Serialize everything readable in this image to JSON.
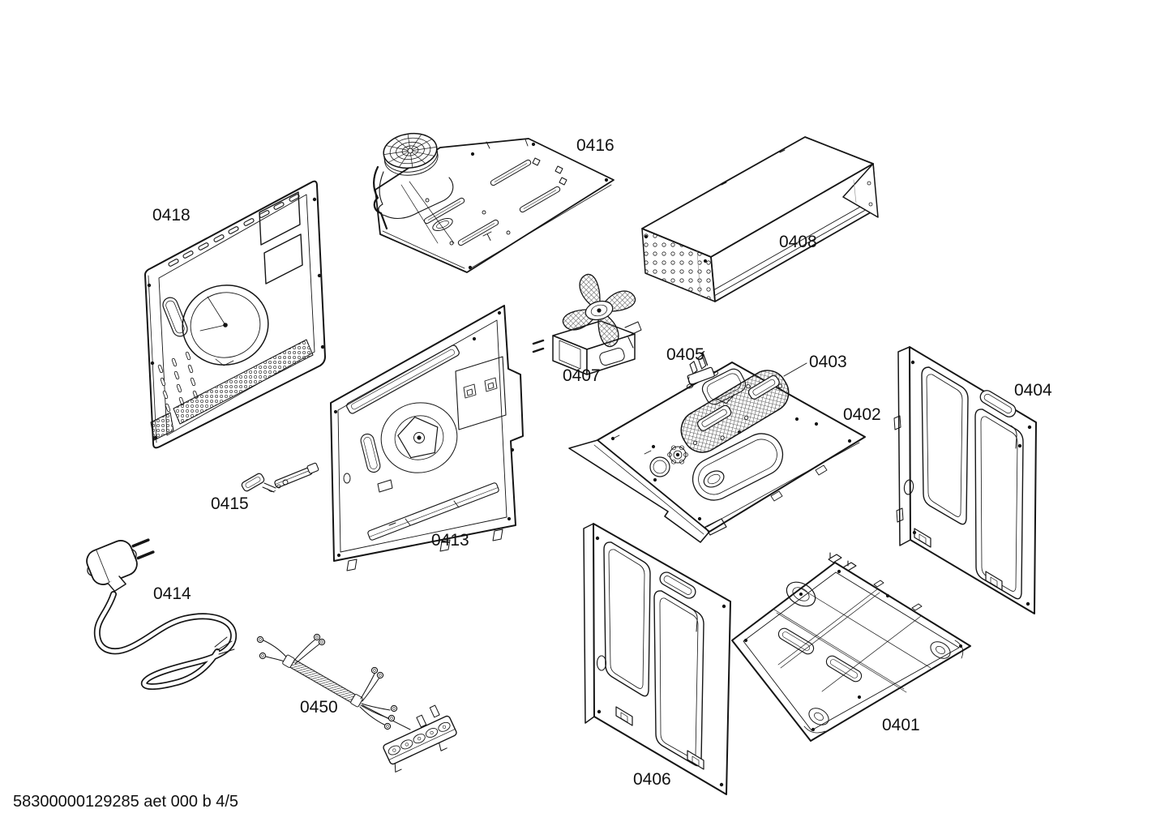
{
  "page": {
    "background_color": "#ffffff",
    "line_color": "#151515",
    "footer_text": "58300000129285 aet 000 b 4/5"
  },
  "parts": {
    "p0401": {
      "label": "0401"
    },
    "p0402": {
      "label": "0402"
    },
    "p0403": {
      "label": "0403"
    },
    "p0404": {
      "label": "0404"
    },
    "p0405": {
      "label": "0405"
    },
    "p0406": {
      "label": "0406"
    },
    "p0407": {
      "label": "0407"
    },
    "p0408": {
      "label": "0408"
    },
    "p0413": {
      "label": "0413"
    },
    "p0414": {
      "label": "0414"
    },
    "p0415": {
      "label": "0415"
    },
    "p0416": {
      "label": "0416"
    },
    "p0418": {
      "label": "0418"
    },
    "p0450": {
      "label": "0450"
    }
  }
}
